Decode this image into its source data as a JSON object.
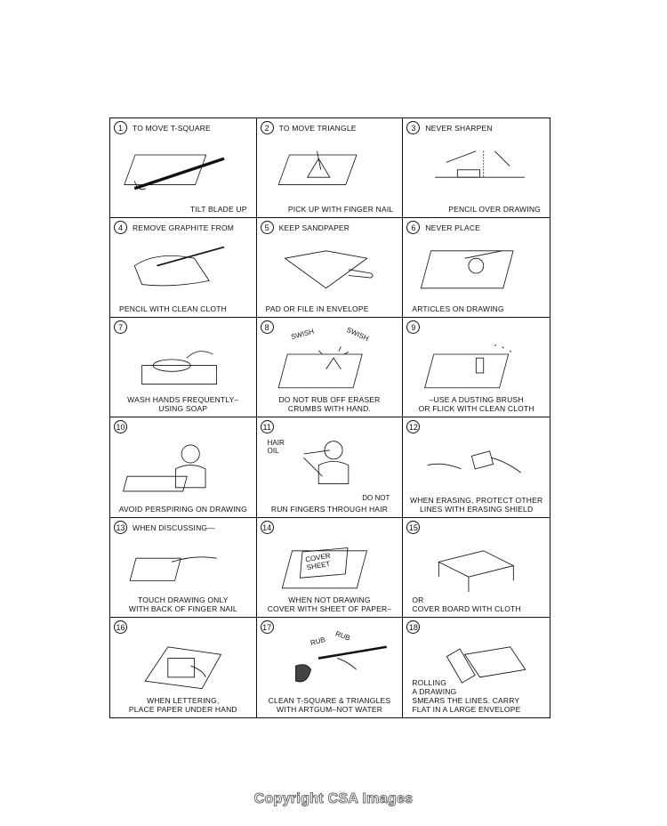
{
  "panels": [
    {
      "num": "1",
      "title": "TO MOVE T-SQUARE",
      "caption": "TILT BLADE UP",
      "align": "right"
    },
    {
      "num": "2",
      "title": "TO MOVE TRIANGLE",
      "caption": "PICK UP WITH FINGER NAIL",
      "align": "right"
    },
    {
      "num": "3",
      "title": "NEVER SHARPEN",
      "caption": "PENCIL OVER DRAWING",
      "align": "right"
    },
    {
      "num": "4",
      "title": "REMOVE GRAPHITE FROM",
      "caption": "PENCIL WITH CLEAN CLOTH",
      "align": "left"
    },
    {
      "num": "5",
      "title": "KEEP SANDPAPER",
      "caption": "PAD OR FILE IN ENVELOPE",
      "align": "left"
    },
    {
      "num": "6",
      "title": "NEVER PLACE",
      "caption": "ARTICLES ON DRAWING",
      "align": "left"
    },
    {
      "num": "7",
      "title": "",
      "caption": "WASH HANDS FREQUENTLY–\nUSING SOAP",
      "align": "center"
    },
    {
      "num": "8",
      "title": "",
      "caption": "DO NOT RUB OFF ERASER\nCRUMBS WITH HAND.",
      "align": "center"
    },
    {
      "num": "9",
      "title": "",
      "caption": "–USE A DUSTING BRUSH\nOR FLICK WITH CLEAN CLOTH",
      "align": "center"
    },
    {
      "num": "10",
      "title": "",
      "caption": "AVOID PERSPIRING ON DRAWING",
      "align": "center"
    },
    {
      "num": "11",
      "title": "",
      "caption": "RUN FINGERS THROUGH HAIR",
      "align": "center"
    },
    {
      "num": "12",
      "title": "",
      "caption": "WHEN ERASING, PROTECT OTHER\nLINES WITH ERASING SHIELD",
      "align": "center"
    },
    {
      "num": "13",
      "title": "WHEN DISCUSSING—",
      "caption": "TOUCH DRAWING ONLY\nWITH BACK OF FINGER NAIL",
      "align": "center"
    },
    {
      "num": "14",
      "title": "",
      "caption": "WHEN NOT DRAWING\nCOVER WITH SHEET OF PAPER–",
      "align": "center"
    },
    {
      "num": "15",
      "title": "",
      "caption": "OR\nCOVER BOARD WITH CLOTH",
      "align": "left"
    },
    {
      "num": "16",
      "title": "",
      "caption": "WHEN LETTERING,\nPLACE PAPER UNDER HAND",
      "align": "center"
    },
    {
      "num": "17",
      "title": "",
      "caption": "CLEAN T-SQUARE & TRIANGLES\nWITH ARTGUM–NOT WATER",
      "align": "center"
    },
    {
      "num": "18",
      "title": "",
      "caption": "ROLLING\nA DRAWING\nSMEARS THE LINES. CARRY\nFLAT IN A LARGE ENVELOPE",
      "align": "left"
    }
  ],
  "annotations": {
    "swish_1": "SWISH",
    "swish_2": "SWISH",
    "hair_oil": "HAIR\nOIL",
    "do_not": "DO NOT",
    "cover_sheet": "COVER\nSHEET",
    "rub_1": "RUB",
    "rub_2": "RUB"
  },
  "copyright": "Copyright CSA Images"
}
